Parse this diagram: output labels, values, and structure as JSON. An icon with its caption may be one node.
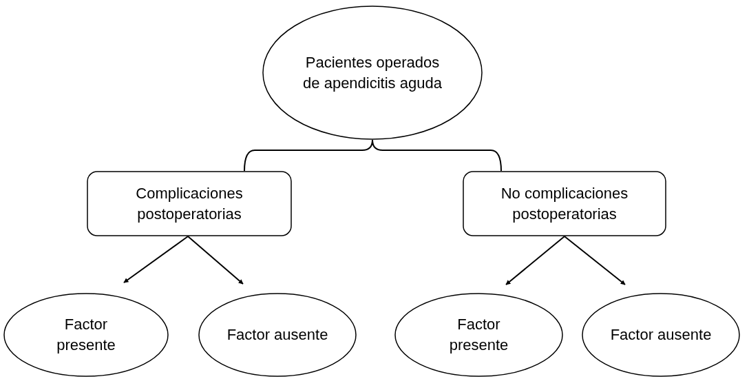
{
  "diagram": {
    "nodes": [
      {
        "text": [
          "Pacientes operados de apendicitis aguda"
        ]
      },
      {
        "text": [
          "Complicaciones postoperatorias"
        ]
      },
      {
        "text": [
          "No complicaciones postoperatorias"
        ]
      },
      {
        "text": [
          "Factor presente"
        ]
      },
      {
        "text": [
          "Factor ausente"
        ]
      },
      {
        "text": [
          "Factor presente"
        ]
      },
      {
        "text": [
          "Factor ausente"
        ]
      }
    ],
    "edges": [
      {
        "from": 0,
        "to": 1,
        "arrow": "none"
      },
      {
        "from": 0,
        "to": 2,
        "arrow": "none"
      },
      {
        "from": 1,
        "to": 3,
        "arrow": "to"
      },
      {
        "from": 1,
        "to": 4,
        "arrow": "to"
      },
      {
        "from": 2,
        "to": 5,
        "arrow": "to"
      },
      {
        "from": 2,
        "to": 6,
        "arrow": "to"
      }
    ]
  }
}
